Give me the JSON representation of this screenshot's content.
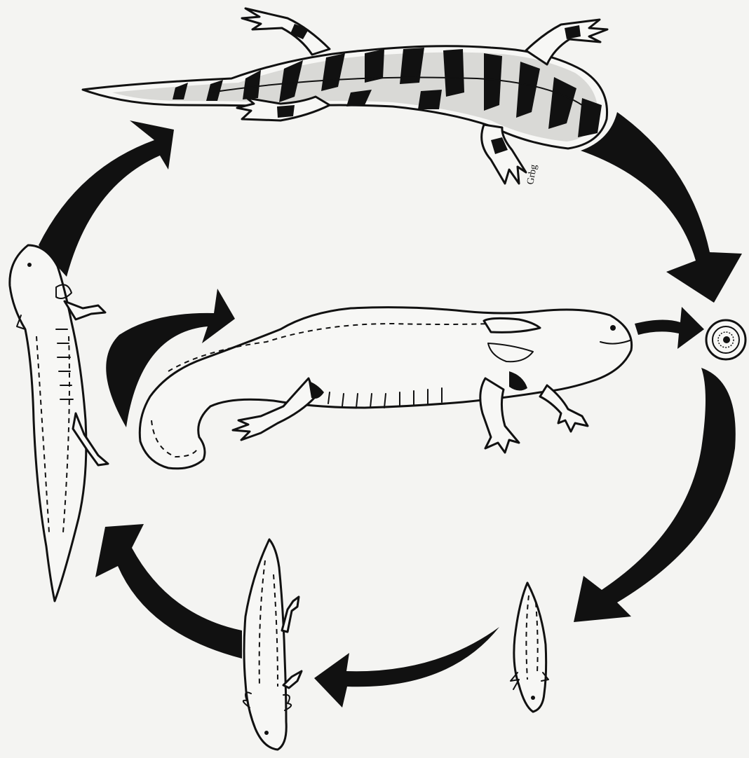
{
  "diagram": {
    "stages": [
      {
        "name": "adult-tiger-salamander",
        "icon": "salamander-adult-icon"
      },
      {
        "name": "egg",
        "icon": "egg-icon"
      },
      {
        "name": "hatchling-larva",
        "icon": "larva-hatchling-icon"
      },
      {
        "name": "larva-with-forelimbs",
        "icon": "larva-forelimbs-icon"
      },
      {
        "name": "larva-with-four-limbs",
        "icon": "larva-four-limbs-icon"
      },
      {
        "name": "neotenic-axolotl",
        "icon": "axolotl-icon"
      }
    ],
    "colors": {
      "ink": "#111111",
      "paper": "#f4f4f2"
    },
    "signature": "Grbg"
  }
}
